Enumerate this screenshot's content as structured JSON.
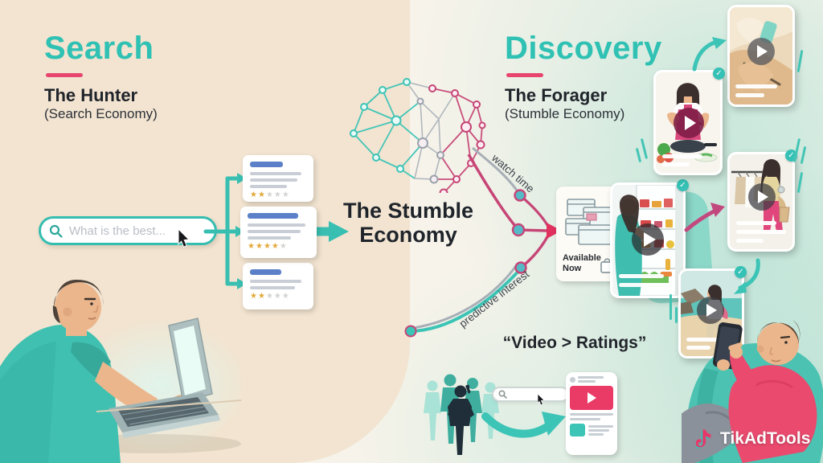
{
  "left_panel": {
    "title": "Search",
    "subtitle": "The Hunter",
    "economy": "(Search Economy)"
  },
  "right_panel": {
    "title": "Discovery",
    "subtitle": "The Forager",
    "economy": "(Stumble Economy)"
  },
  "search": {
    "placeholder": "What is the best..."
  },
  "results": {
    "cards": [
      {
        "rating": 2,
        "max": 5
      },
      {
        "rating": 4,
        "max": 5
      },
      {
        "rating": 2,
        "max": 5
      }
    ]
  },
  "center": {
    "title": "The Stumble Economy",
    "curve_labels": {
      "top": "watch time",
      "bottom": "predictive interest"
    }
  },
  "available_card": {
    "line1": "Available",
    "line2": "Now"
  },
  "quote": {
    "text": "“Video > Ratings”"
  },
  "brand": {
    "name": "TikAdTools"
  },
  "colors": {
    "teal_accent": "#2fc1b3",
    "pink_accent": "#e8456e",
    "crimson_line": "#c64576",
    "cream_bg": "#f2e4d0",
    "light_bg": "#f7f3ea",
    "card_title_blue": "#5b80c8",
    "star_gold": "#e2a93b",
    "dark_text": "#20242b"
  }
}
